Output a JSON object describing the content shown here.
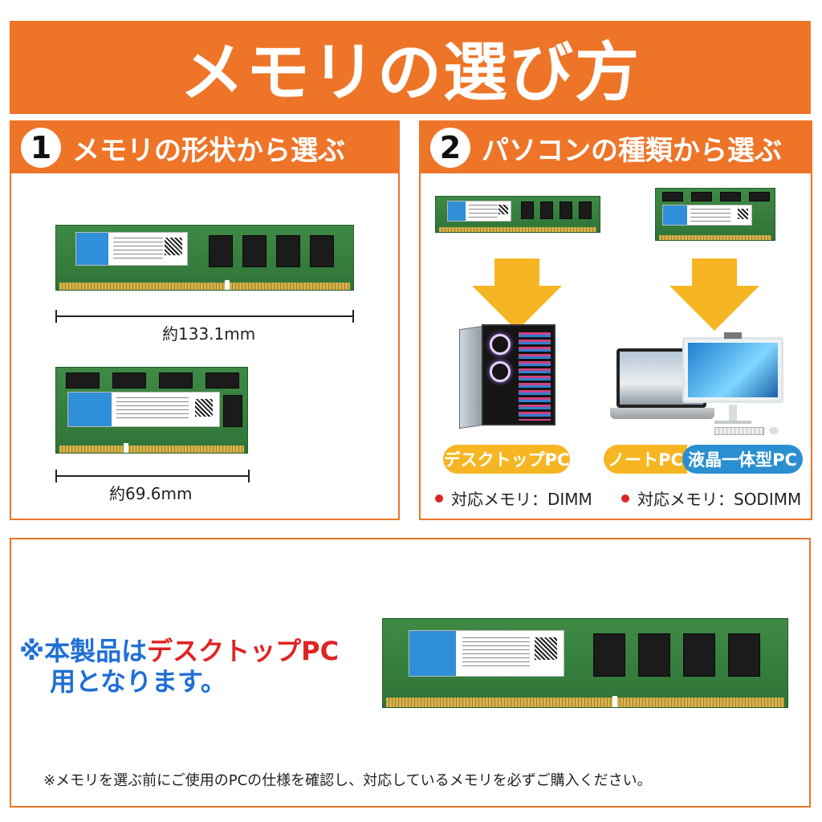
{
  "title": "メモリの選び方",
  "section1": {
    "number": "1",
    "heading": "メモリの形状から選ぶ",
    "dimm_length": "約133.1mm",
    "sodimm_length": "約69.6mm"
  },
  "section2": {
    "number": "2",
    "heading": "パソコンの種類から選ぶ",
    "desktop_label": "デスクトップPC",
    "notebook_label": "ノートPC",
    "allinone_label": "液晶一体型PC",
    "desktop_memory": "対応メモリ：DIMM",
    "notebook_memory": "対応メモリ：SODIMM"
  },
  "notice": {
    "prefix": "※本製品は",
    "highlight": "デスクトップPC",
    "suffix": "用となります。",
    "footnote": "※メモリを選ぶ前にご使用のPCの仕様を確認し、対応しているメモリを必ずご購入ください。"
  },
  "colors": {
    "orange": "#EE7428",
    "yellow_arrow": "#F6B623",
    "blue_pill": "#2A8FD0",
    "red": "#E02424",
    "blue_text": "#1F6FD6"
  }
}
